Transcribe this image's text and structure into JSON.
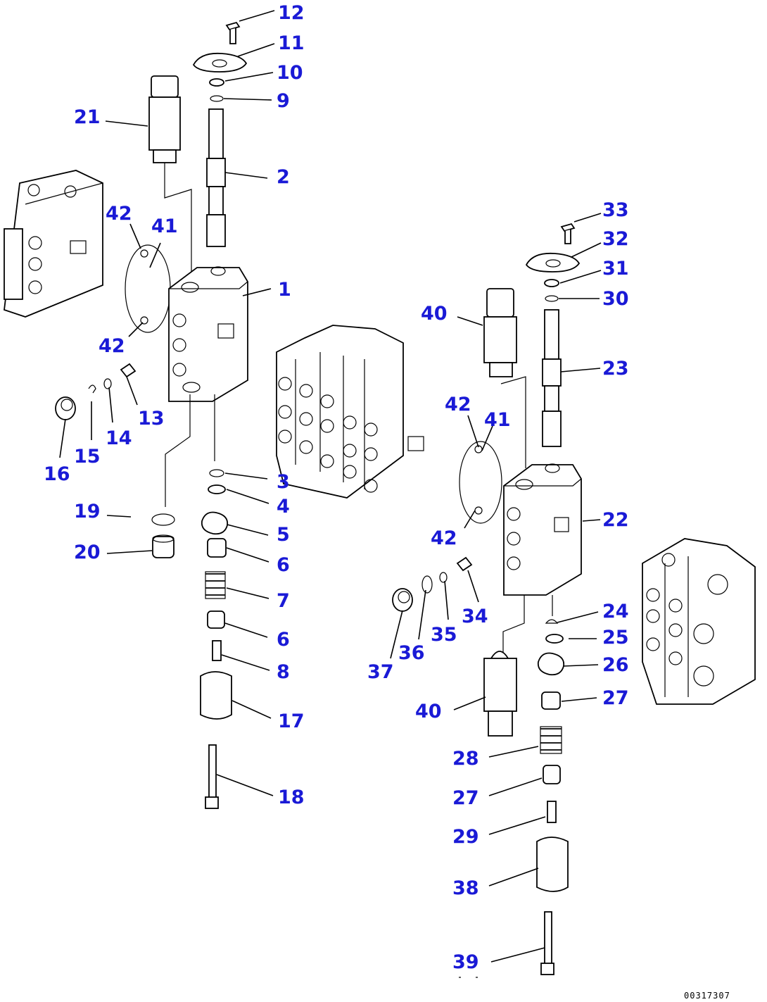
{
  "drawing_code": "00317307",
  "callouts": [
    {
      "label": "12"
    },
    {
      "label": "11"
    },
    {
      "label": "10"
    },
    {
      "label": "9"
    },
    {
      "label": "21"
    },
    {
      "label": "2"
    },
    {
      "label": "42"
    },
    {
      "label": "41"
    },
    {
      "label": "1"
    },
    {
      "label": "42"
    },
    {
      "label": "13"
    },
    {
      "label": "14"
    },
    {
      "label": "15"
    },
    {
      "label": "16"
    },
    {
      "label": "3"
    },
    {
      "label": "4"
    },
    {
      "label": "19"
    },
    {
      "label": "5"
    },
    {
      "label": "20"
    },
    {
      "label": "6"
    },
    {
      "label": "7"
    },
    {
      "label": "6"
    },
    {
      "label": "8"
    },
    {
      "label": "17"
    },
    {
      "label": "18"
    },
    {
      "label": "33"
    },
    {
      "label": "32"
    },
    {
      "label": "31"
    },
    {
      "label": "30"
    },
    {
      "label": "40"
    },
    {
      "label": "23"
    },
    {
      "label": "42"
    },
    {
      "label": "41"
    },
    {
      "label": "22"
    },
    {
      "label": "42"
    },
    {
      "label": "34"
    },
    {
      "label": "35"
    },
    {
      "label": "36"
    },
    {
      "label": "37"
    },
    {
      "label": "24"
    },
    {
      "label": "25"
    },
    {
      "label": "26"
    },
    {
      "label": "40"
    },
    {
      "label": "27"
    },
    {
      "label": "28"
    },
    {
      "label": "27"
    },
    {
      "label": "29"
    },
    {
      "label": "38"
    },
    {
      "label": "39"
    }
  ]
}
